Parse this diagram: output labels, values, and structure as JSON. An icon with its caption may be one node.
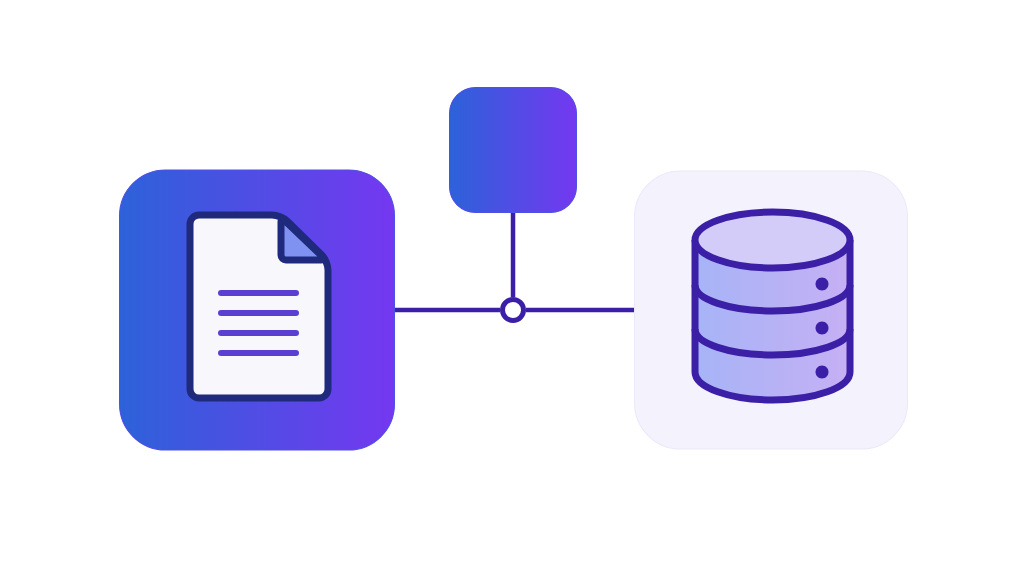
{
  "diagram": {
    "nodes": [
      {
        "text": [],
        "shape": "picture"
      },
      {
        "text": [],
        "shape": "box"
      },
      {
        "text": [],
        "shape": "picture"
      },
      {
        "text": [],
        "shape": "circle"
      }
    ],
    "edges": [
      {
        "from": 0,
        "to": 3,
        "arrow": "none"
      },
      {
        "from": 1,
        "to": 3,
        "arrow": "none"
      },
      {
        "from": 3,
        "to": 2,
        "arrow": "none"
      }
    ]
  }
}
